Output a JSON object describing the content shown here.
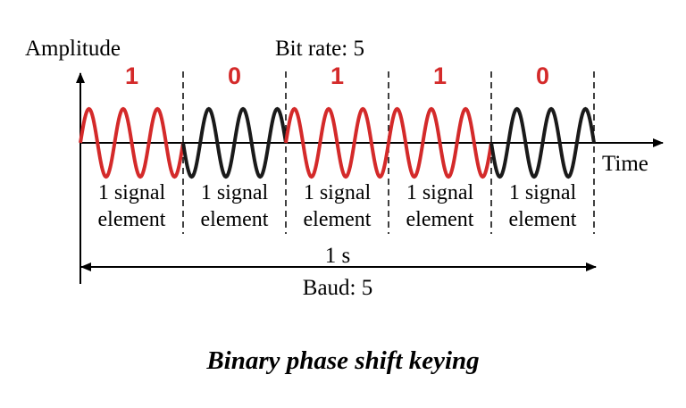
{
  "labels": {
    "amplitude": "Amplitude",
    "bit_rate": "Bit rate: 5",
    "time": "Time",
    "duration": "1 s",
    "baud": "Baud: 5"
  },
  "bits": [
    {
      "value": "1",
      "signal_color": "#d42a2a",
      "label_line1": "1 signal",
      "label_line2": "element"
    },
    {
      "value": "0",
      "signal_color": "#1a1a1a",
      "label_line1": "1 signal",
      "label_line2": "element"
    },
    {
      "value": "1",
      "signal_color": "#d42a2a",
      "label_line1": "1 signal",
      "label_line2": "element"
    },
    {
      "value": "1",
      "signal_color": "#d42a2a",
      "label_line1": "1 signal",
      "label_line2": "element"
    },
    {
      "value": "0",
      "signal_color": "#1a1a1a",
      "label_line1": "1 signal",
      "label_line2": "element"
    }
  ],
  "cycles_per_bit": 3,
  "bit_label_color": "#d42a2a",
  "caption": "Binary phase shift keying"
}
